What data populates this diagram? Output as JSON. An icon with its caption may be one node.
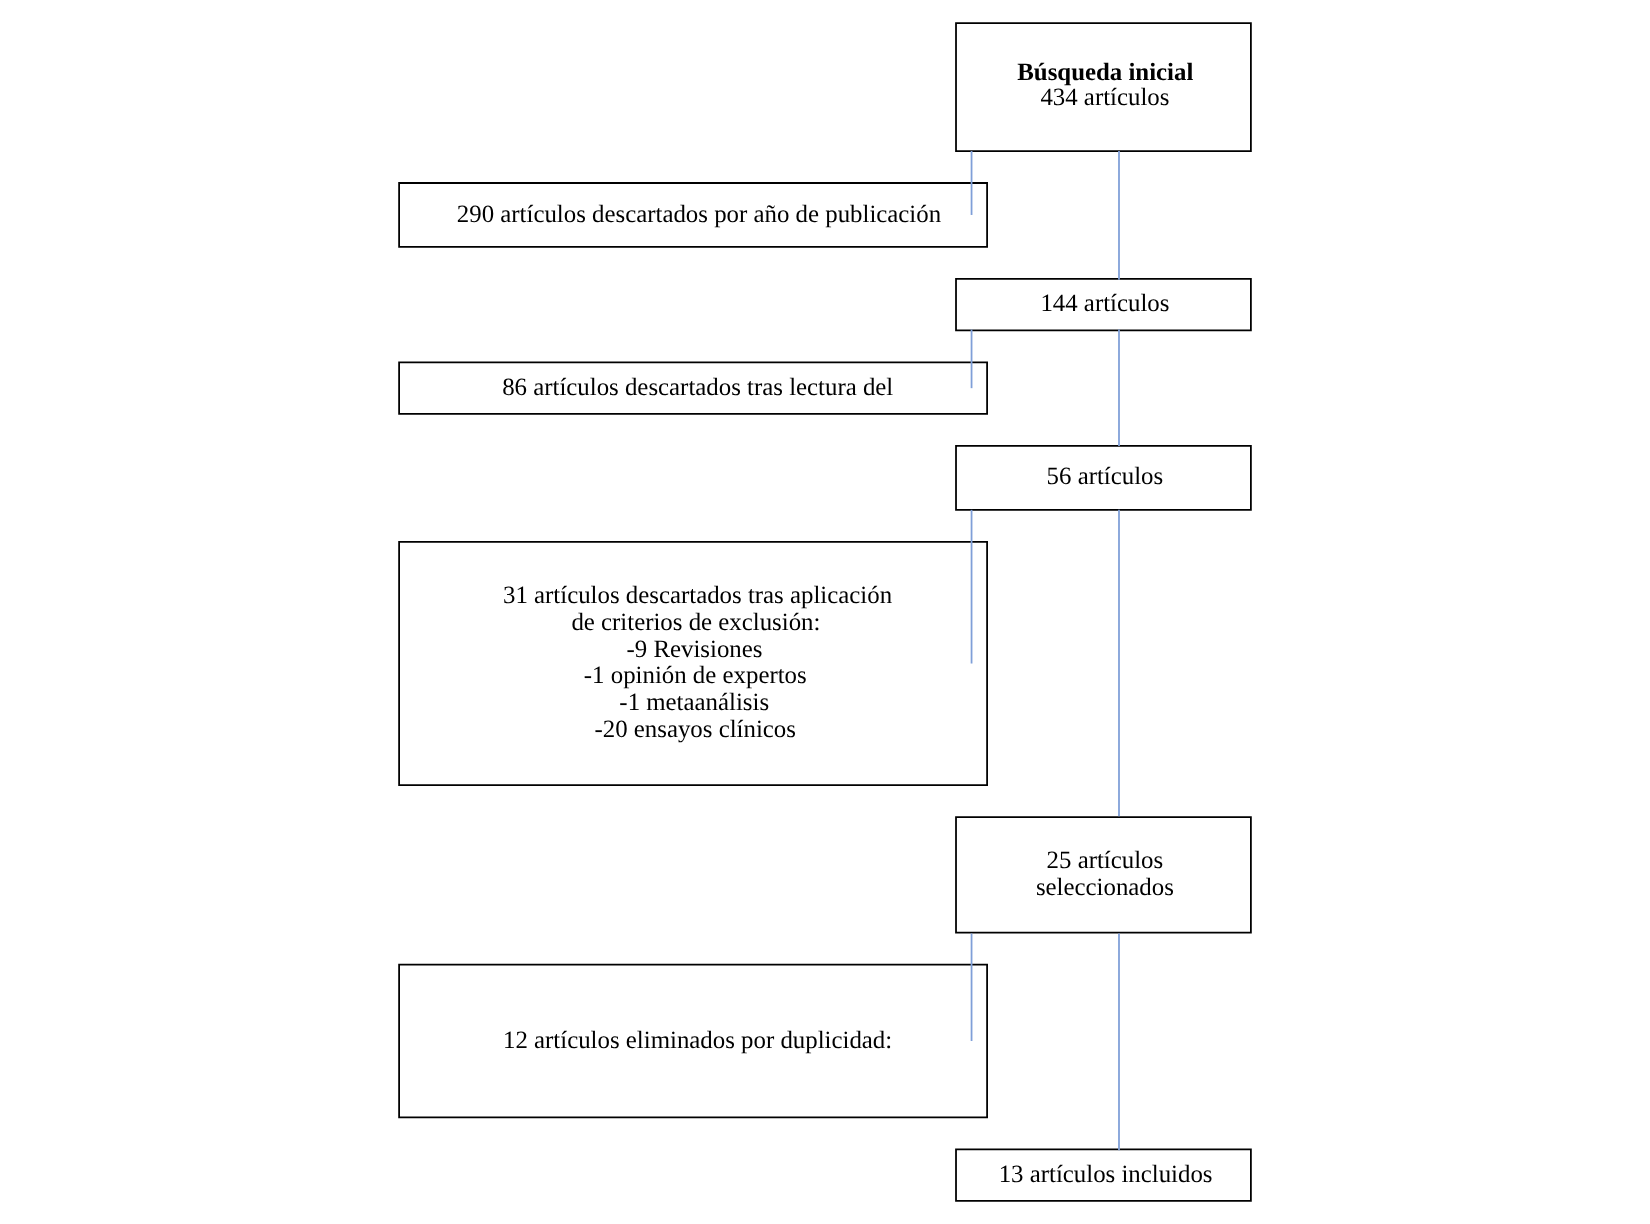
{
  "diagram": {
    "nodes": [
      {
        "text": [
          "Búsqueda inicial",
          "434 artículos"
        ]
      },
      {
        "text": [
          "290 artículos descartados por año de publicación"
        ]
      },
      {
        "text": [
          "144 artículos"
        ]
      },
      {
        "text": [
          "86 artículos descartados tras lectura del"
        ]
      },
      {
        "text": [
          "56 artículos"
        ]
      },
      {
        "text": [
          "31 artículos descartados tras aplicación de criterios de exclusión:",
          "-9 Revisiones",
          "-1 opinión de expertos",
          "-1 metaanálisis",
          "-20 ensayos clínicos"
        ]
      },
      {
        "text": [
          "25 artículos seleccionados"
        ]
      },
      {
        "text": [
          "12 artículos eliminados por duplicidad:"
        ]
      },
      {
        "text": [
          "13 artículos incluidos"
        ]
      }
    ],
    "edges": [
      {
        "from": 0,
        "to": 2,
        "arrow": "none"
      },
      {
        "from": 0,
        "to": 1,
        "arrow": "none"
      },
      {
        "from": 2,
        "to": 4,
        "arrow": "none"
      },
      {
        "from": 2,
        "to": 3,
        "arrow": "none"
      },
      {
        "from": 4,
        "to": 6,
        "arrow": "none"
      },
      {
        "from": 4,
        "to": 5,
        "arrow": "none"
      },
      {
        "from": 6,
        "to": 8,
        "arrow": "none"
      },
      {
        "from": 6,
        "to": 7,
        "arrow": "none"
      }
    ]
  }
}
